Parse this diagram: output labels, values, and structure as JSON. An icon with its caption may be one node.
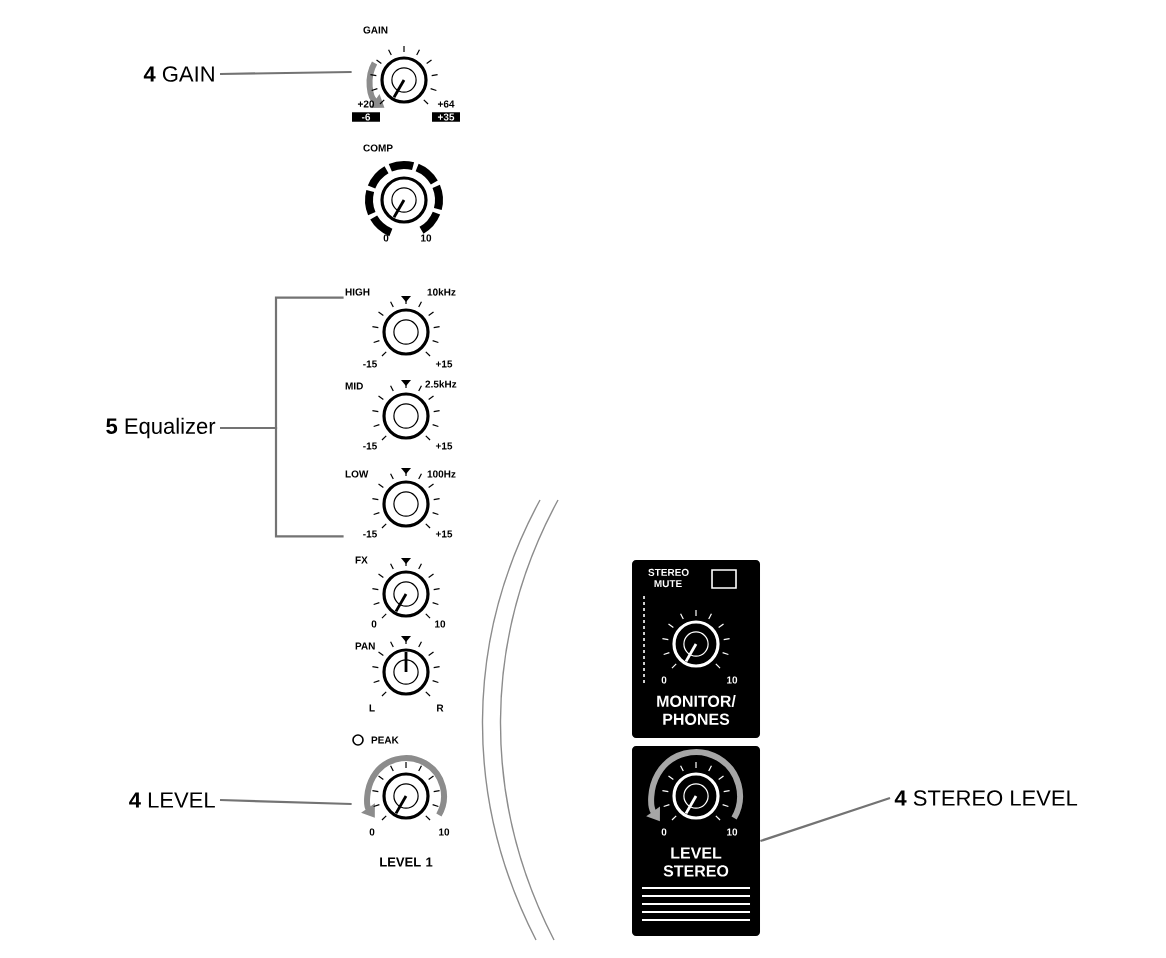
{
  "diagram": {
    "nodes": [
      {
        "text": [
          "**4** GAIN"
        ]
      },
      {
        "text": [
          "GAIN",
          "+20",
          "+64",
          "-6",
          "+35"
        ]
      },
      {
        "text": [
          "COMP",
          "0",
          "10"
        ]
      },
      {
        "text": [
          "HIGH",
          "10kHz",
          "-15",
          "+15"
        ]
      },
      {
        "text": [
          "MID",
          "2.5kHz",
          "-15",
          "+15"
        ]
      },
      {
        "text": [
          "LOW",
          "100Hz",
          "-15",
          "+15"
        ]
      },
      {
        "text": [
          "**5** Equalizer"
        ]
      },
      {
        "text": [
          "FX",
          "0",
          "10"
        ]
      },
      {
        "text": [
          "PAN",
          "L",
          "R"
        ]
      },
      {
        "text": [
          "PEAK",
          "0",
          "10",
          "LEVEL 1"
        ]
      },
      {
        "text": [
          "**4** LEVEL"
        ]
      },
      {
        "text": [
          "STEREO MUTE",
          "0",
          "10",
          "MONITOR/ PHONES"
        ]
      },
      {
        "text": [
          "0",
          "10",
          "LEVEL STEREO"
        ]
      },
      {
        "text": [
          "**4** STEREO LEVEL"
        ]
      }
    ],
    "edges": [
      {
        "from": 0,
        "to": 1,
        "arrow": "none"
      },
      {
        "from": 6,
        "to": 3,
        "arrow": "none"
      },
      {
        "from": 6,
        "to": 5,
        "arrow": "none"
      },
      {
        "from": 10,
        "to": 9,
        "arrow": "none"
      },
      {
        "from": 13,
        "to": 12,
        "arrow": "none"
      }
    ]
  }
}
